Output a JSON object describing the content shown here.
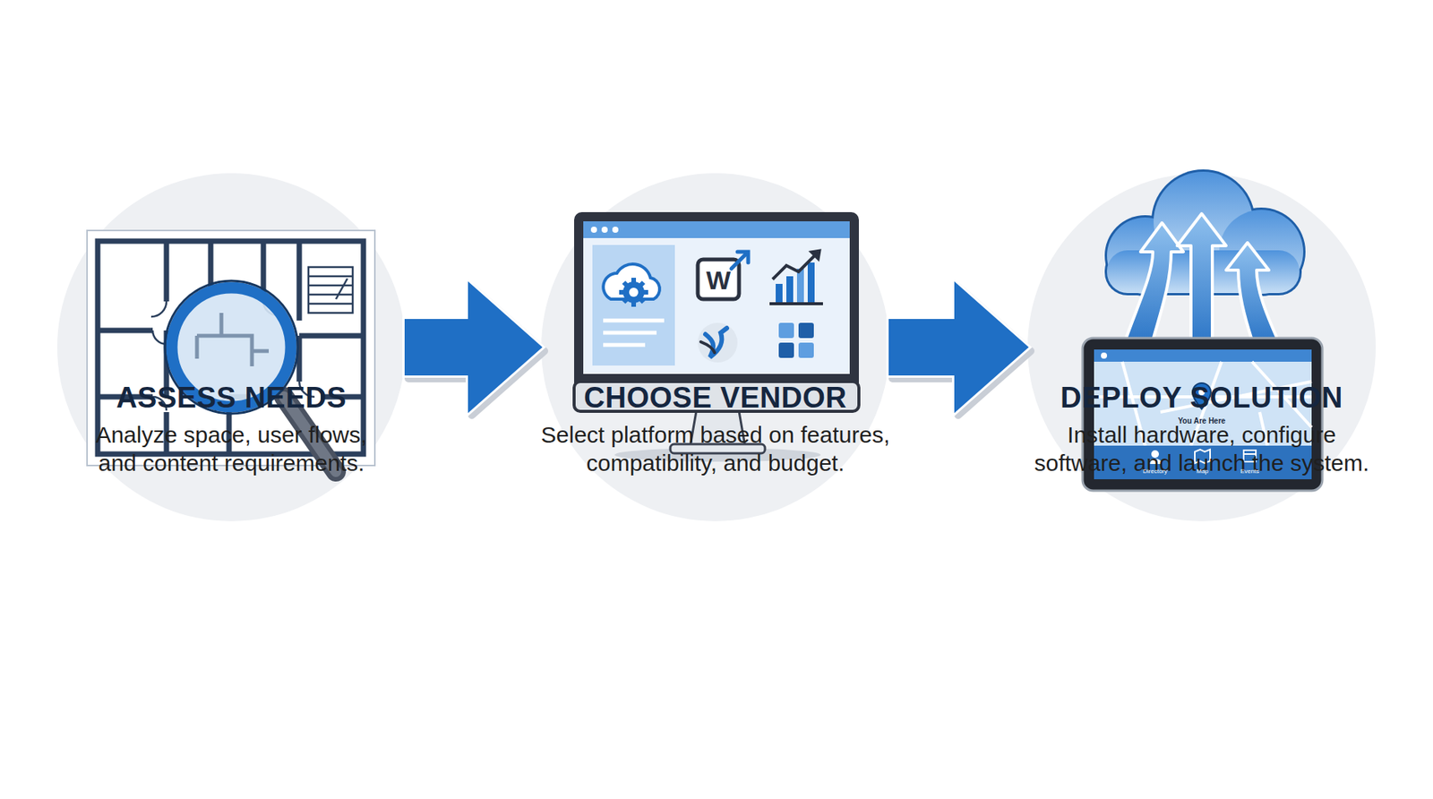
{
  "diagram": {
    "nodes": [
      {
        "text": [
          "ASSESS NEEDS",
          "Analyze space, user flows, and content requirements."
        ]
      },
      {
        "text": [
          "CHOOSE VENDOR",
          "Select platform based on features, compatibility, and budget."
        ]
      },
      {
        "text": [
          "DEPLOY SOLUTION",
          "Install hardware, configure software, and launch the system."
        ]
      }
    ],
    "edges": [
      {
        "from": 0,
        "to": 1,
        "arrow": "to"
      },
      {
        "from": 1,
        "to": 2,
        "arrow": "to"
      }
    ],
    "labels": [
      "W",
      "You Are Here",
      "Directory",
      "Map",
      "Events"
    ]
  }
}
